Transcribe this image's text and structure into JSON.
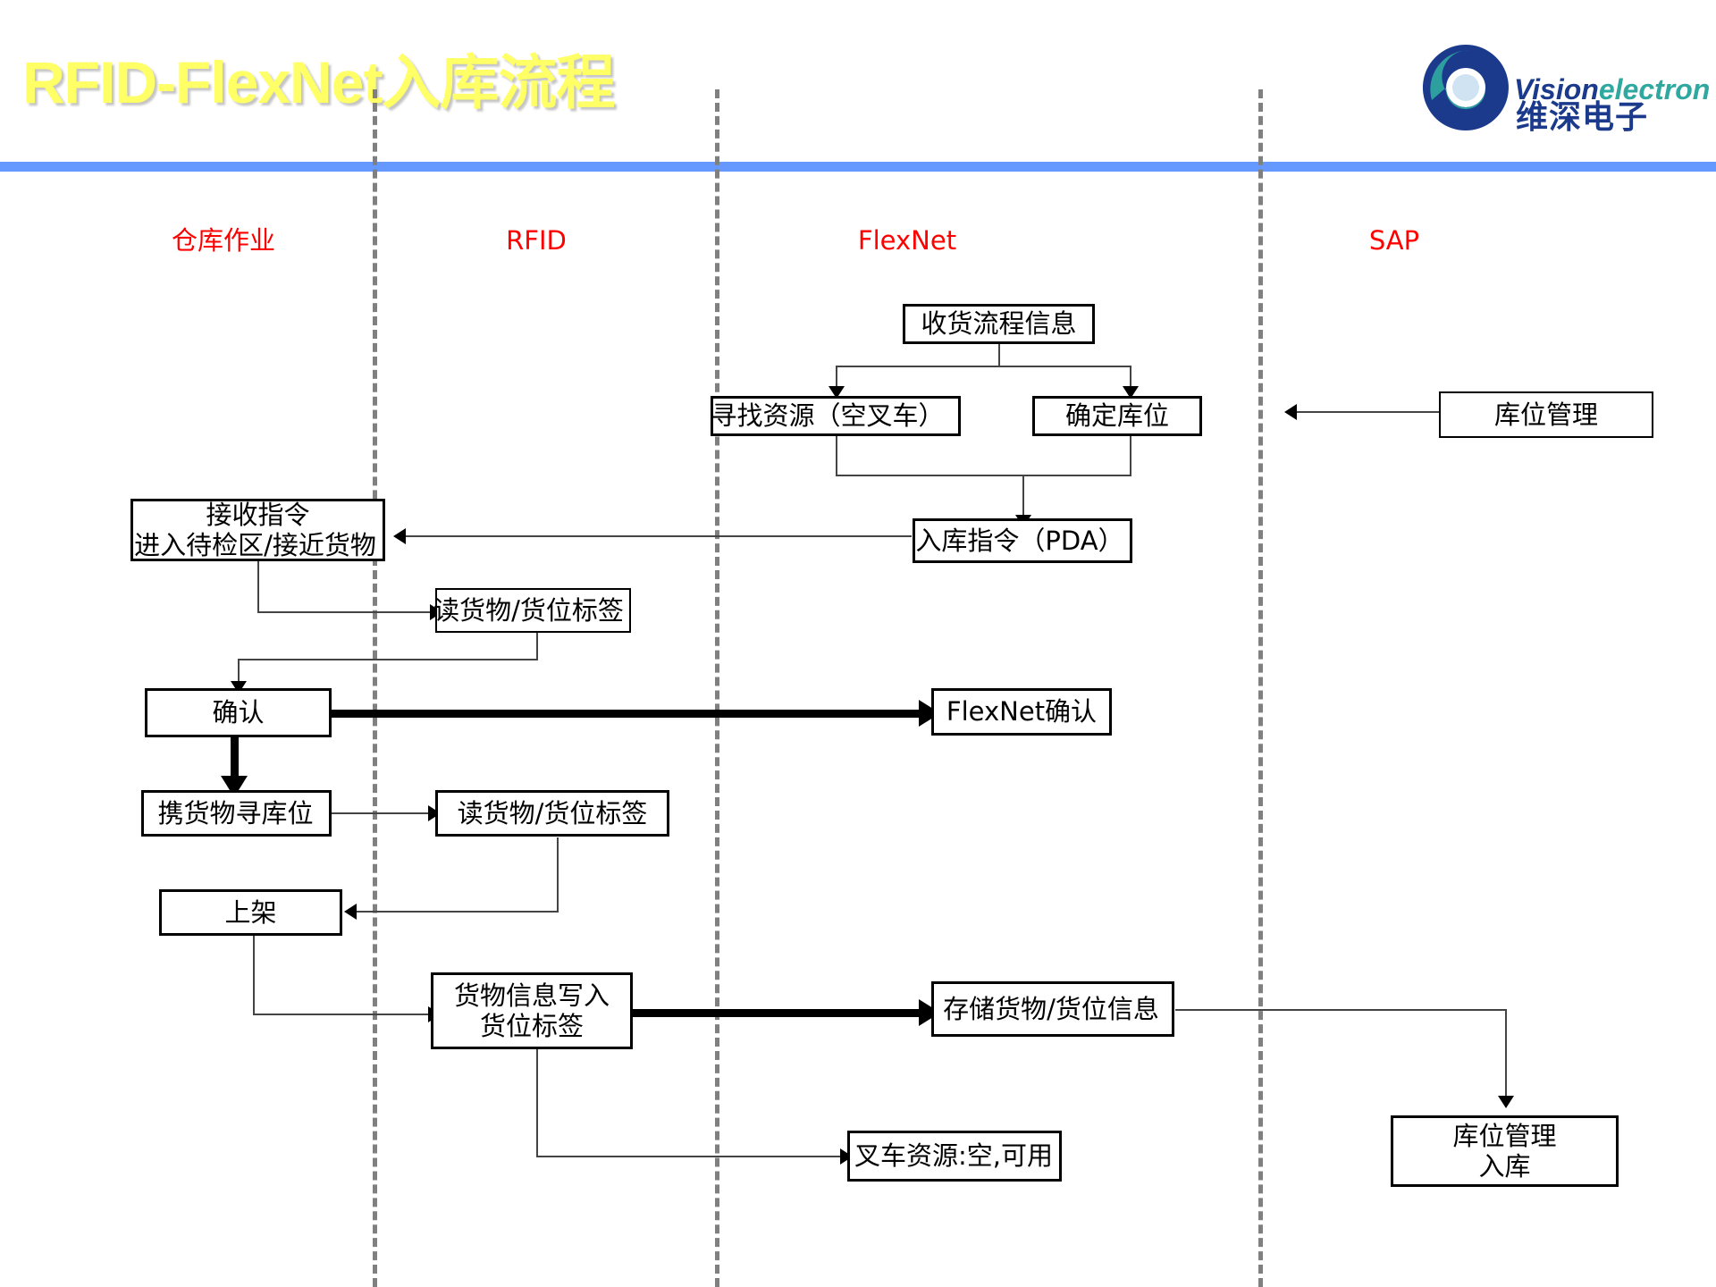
{
  "header": {
    "title": "RFID-FlexNet入库流程",
    "title_color": "#ffff66",
    "rule_color": "#6699ff"
  },
  "logo": {
    "word_primary": "Vision",
    "word_secondary": "electron",
    "word_chinese": "维深电子",
    "primary_color": "#1b3a8c",
    "secondary_color": "#2fa8a0"
  },
  "lanes": {
    "label_color": "#ff0000",
    "items": [
      {
        "label": "仓库作业"
      },
      {
        "label": "RFID"
      },
      {
        "label": "FlexNet"
      },
      {
        "label": "SAP"
      }
    ]
  },
  "nodes": {
    "receiving_info": "收货流程信息",
    "find_resource": "寻找资源（空叉车）",
    "confirm_location": "确定库位",
    "location_mgmt": "库位管理",
    "receive_instruction_l1": "接收指令",
    "receive_instruction_l2": "进入待检区/接近货物",
    "read_tag_1": "读货物/货位标签",
    "inbound_instruction": "入库指令（PDA）",
    "confirm": "确认",
    "flexnet_confirm": "FlexNet确认",
    "carry_goods_find_slot": "携货物寻库位",
    "read_tag_2": "读货物/货位标签",
    "put_on_shelf": "上架",
    "write_tag_l1": "货物信息写入",
    "write_tag_l2": "货位标签",
    "store_info": "存储货物/货位信息",
    "forklift_resource": "叉车资源:空,可用",
    "location_mgmt_in_l1": "库位管理",
    "location_mgmt_in_l2": "入库"
  }
}
